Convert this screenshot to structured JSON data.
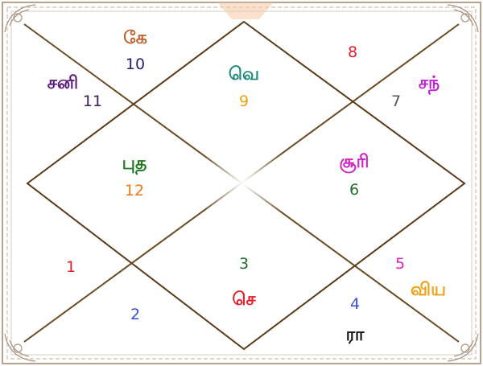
{
  "houses": [
    {
      "house": 1,
      "number": "10",
      "planet": "கே",
      "number_color": "#2a1f6e",
      "planet_color": "#c0622e"
    },
    {
      "house": 2,
      "number": "11",
      "planet": "சனி",
      "number_color": "#3b1d5e",
      "planet_color": "#5b1a7a"
    },
    {
      "house": 3,
      "number": "12",
      "planet": "புத",
      "number_color": "#f07a1a",
      "planet_color": "#1e7a1e"
    },
    {
      "house": 4,
      "number": "1",
      "planet": "",
      "number_color": "#e0202a",
      "planet_color": "#000000"
    },
    {
      "house": 5,
      "number": "2",
      "planet": "",
      "number_color": "#3a4fc8",
      "planet_color": "#000000"
    },
    {
      "house": 6,
      "number": "3",
      "planet": "செ",
      "number_color": "#1e6e2a",
      "planet_color": "#e0202a"
    },
    {
      "house": 7,
      "number": "4",
      "planet": "ரா",
      "number_color": "#3a4fc8",
      "planet_color": "#111111"
    },
    {
      "house": 8,
      "number": "5",
      "planet": "விய",
      "number_color": "#e020c8",
      "planet_color": "#f0a010"
    },
    {
      "house": 9,
      "number": "6",
      "planet": "சூரி",
      "number_color": "#1e6e2a",
      "planet_color": "#d020c8"
    },
    {
      "house": 10,
      "number": "7",
      "planet": "சந்",
      "number_color": "#555555",
      "planet_color": "#c020d8"
    },
    {
      "house": 11,
      "number": "8",
      "planet": "",
      "number_color": "#e0202a",
      "planet_color": "#000000"
    },
    {
      "house": 12,
      "number": "9",
      "planet": "வெ",
      "number_color": "#f0a010",
      "planet_color": "#1e8a7a"
    }
  ]
}
